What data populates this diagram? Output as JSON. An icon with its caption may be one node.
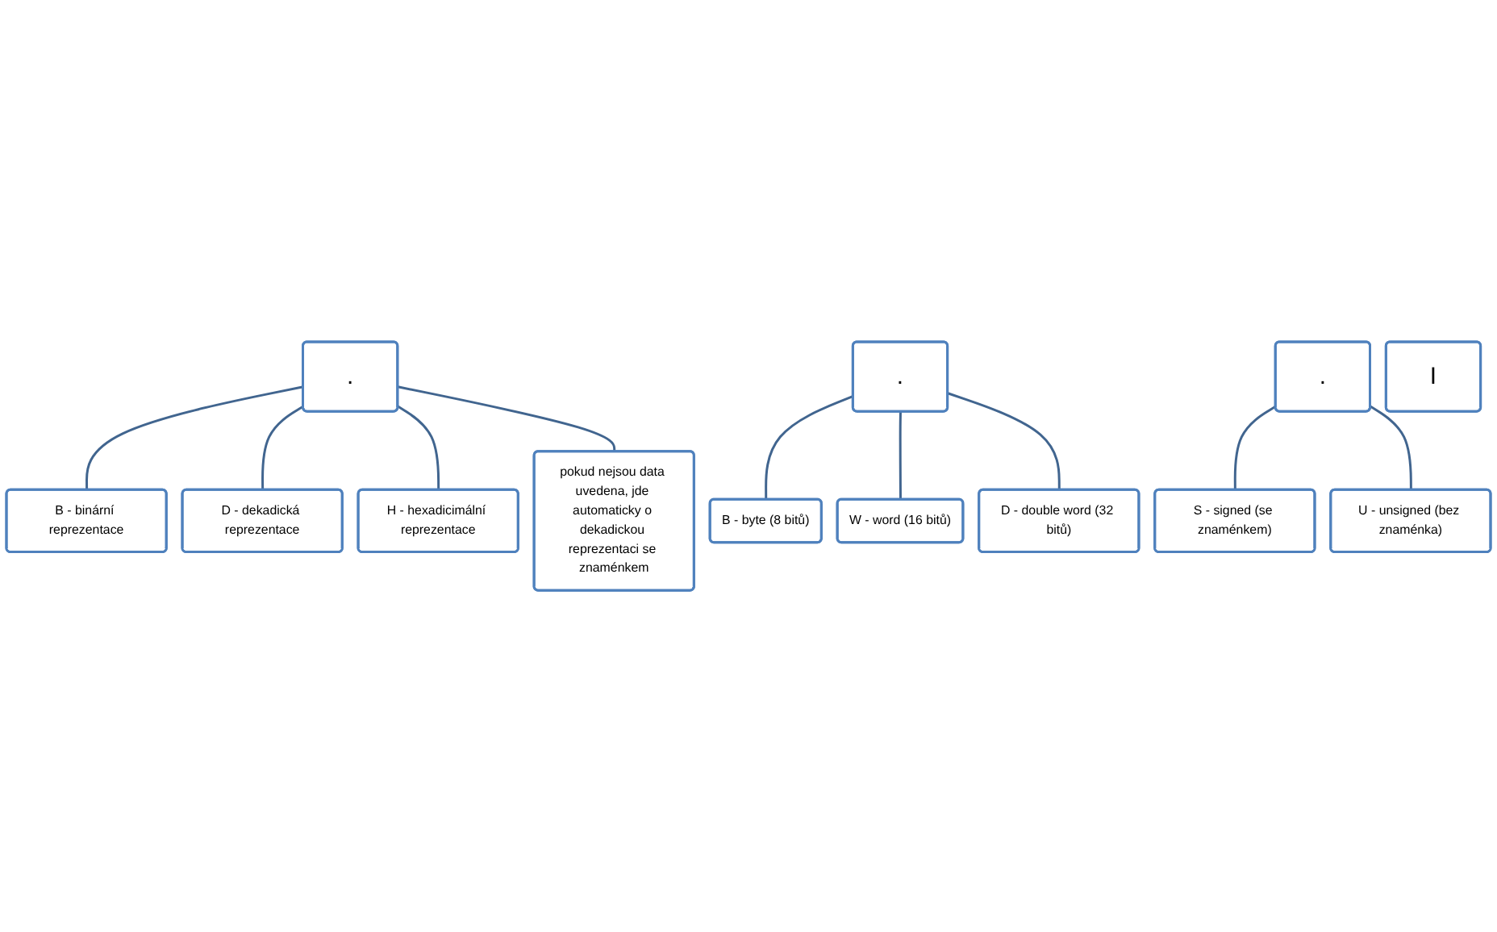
{
  "diagram": {
    "nodes": [
      {
        "text": [
          "I"
        ]
      },
      {
        "text": [
          "."
        ]
      },
      {
        "text": [
          "B - binární reprezentace"
        ]
      },
      {
        "text": [
          "D - dekadická reprezentace"
        ]
      },
      {
        "text": [
          "H - hexadicimální reprezentace"
        ]
      },
      {
        "text": [
          "pokud nejsou data uvedena, jde automaticky o dekadickou reprezentaci se znaménkem"
        ]
      },
      {
        "text": [
          "."
        ]
      },
      {
        "text": [
          "B - byte (8 bitů)"
        ]
      },
      {
        "text": [
          "W - word (16 bitů)"
        ]
      },
      {
        "text": [
          "D - double word (32 bitů)"
        ]
      },
      {
        "text": [
          "."
        ]
      },
      {
        "text": [
          "S - signed (se znaménkem)"
        ]
      },
      {
        "text": [
          "U - unsigned (bez znaménka)"
        ]
      }
    ],
    "edges": [
      {
        "from": 1,
        "to": 2,
        "arrow": "none"
      },
      {
        "from": 1,
        "to": 3,
        "arrow": "none"
      },
      {
        "from": 1,
        "to": 4,
        "arrow": "none"
      },
      {
        "from": 1,
        "to": 5,
        "arrow": "none"
      },
      {
        "from": 6,
        "to": 7,
        "arrow": "none"
      },
      {
        "from": 6,
        "to": 8,
        "arrow": "none"
      },
      {
        "from": 6,
        "to": 9,
        "arrow": "none"
      },
      {
        "from": 10,
        "to": 11,
        "arrow": "none"
      },
      {
        "from": 10,
        "to": 12,
        "arrow": "none"
      }
    ]
  }
}
